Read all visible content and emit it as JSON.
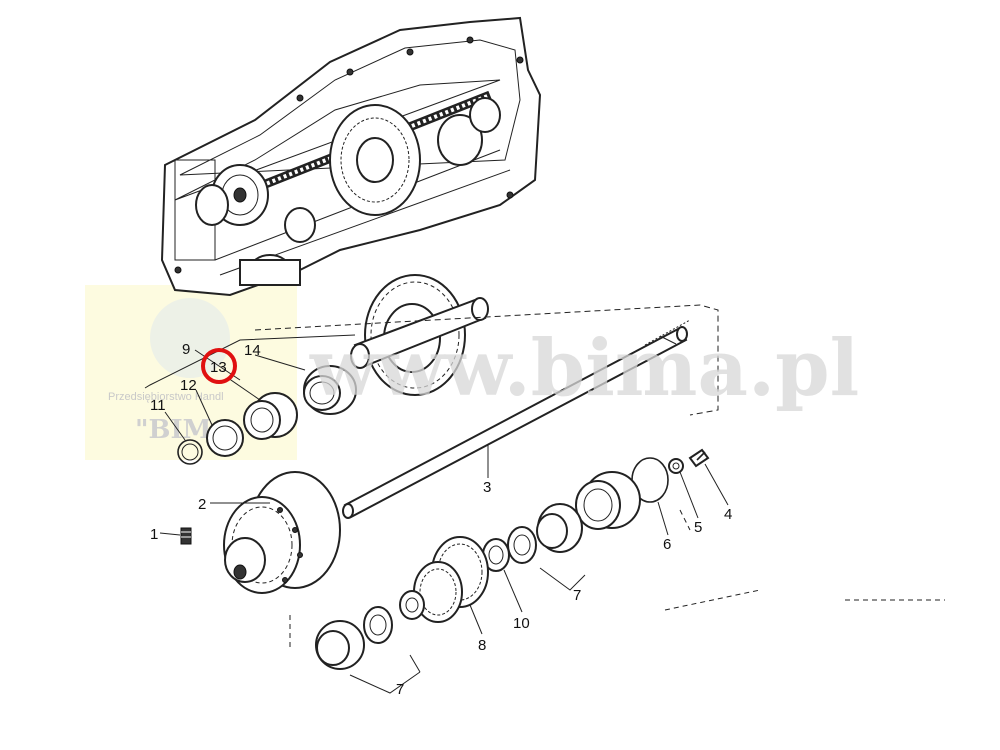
{
  "watermark": {
    "url_text": "www.bima.pl",
    "company_line": "Przedsiębiorstwo Handl",
    "brand_short": "\"BIM"
  },
  "callouts": {
    "c1": "1",
    "c2": "2",
    "c3": "3",
    "c4": "4",
    "c5": "5",
    "c6": "6",
    "c7a": "7",
    "c7b": "7",
    "c8": "8",
    "c9": "9",
    "c10": "10",
    "c11": "11",
    "c12": "12",
    "c13": "13",
    "c14": "14"
  },
  "highlight": {
    "part": "13",
    "color": "#e01010"
  },
  "colors": {
    "watermark_box": "#fdfbe0"
  }
}
